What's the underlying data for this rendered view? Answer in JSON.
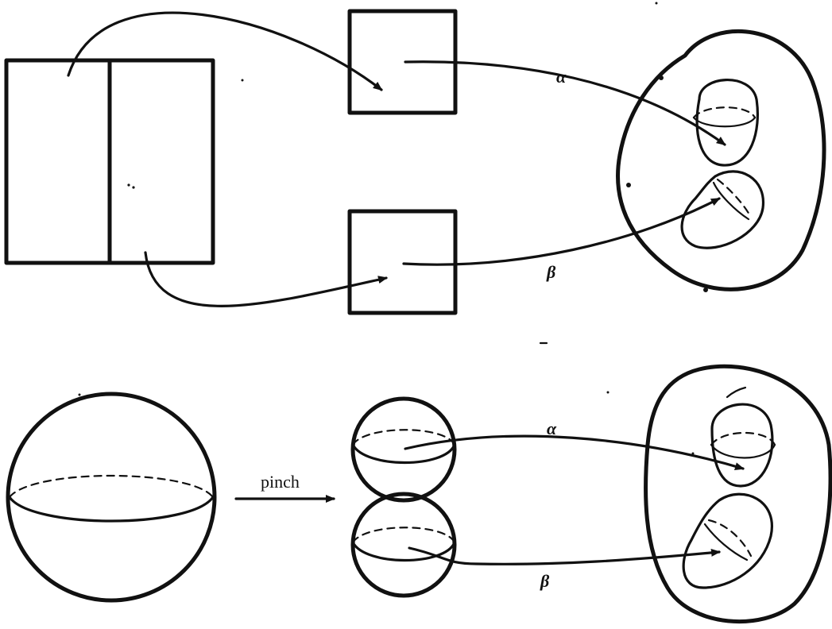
{
  "labels": {
    "alpha_top": "α",
    "beta_top": "β",
    "pinch": "pinch",
    "alpha_bottom": "α",
    "beta_bottom": "β"
  },
  "colors": {
    "ink": "#111111",
    "paper": "#ffffff"
  }
}
